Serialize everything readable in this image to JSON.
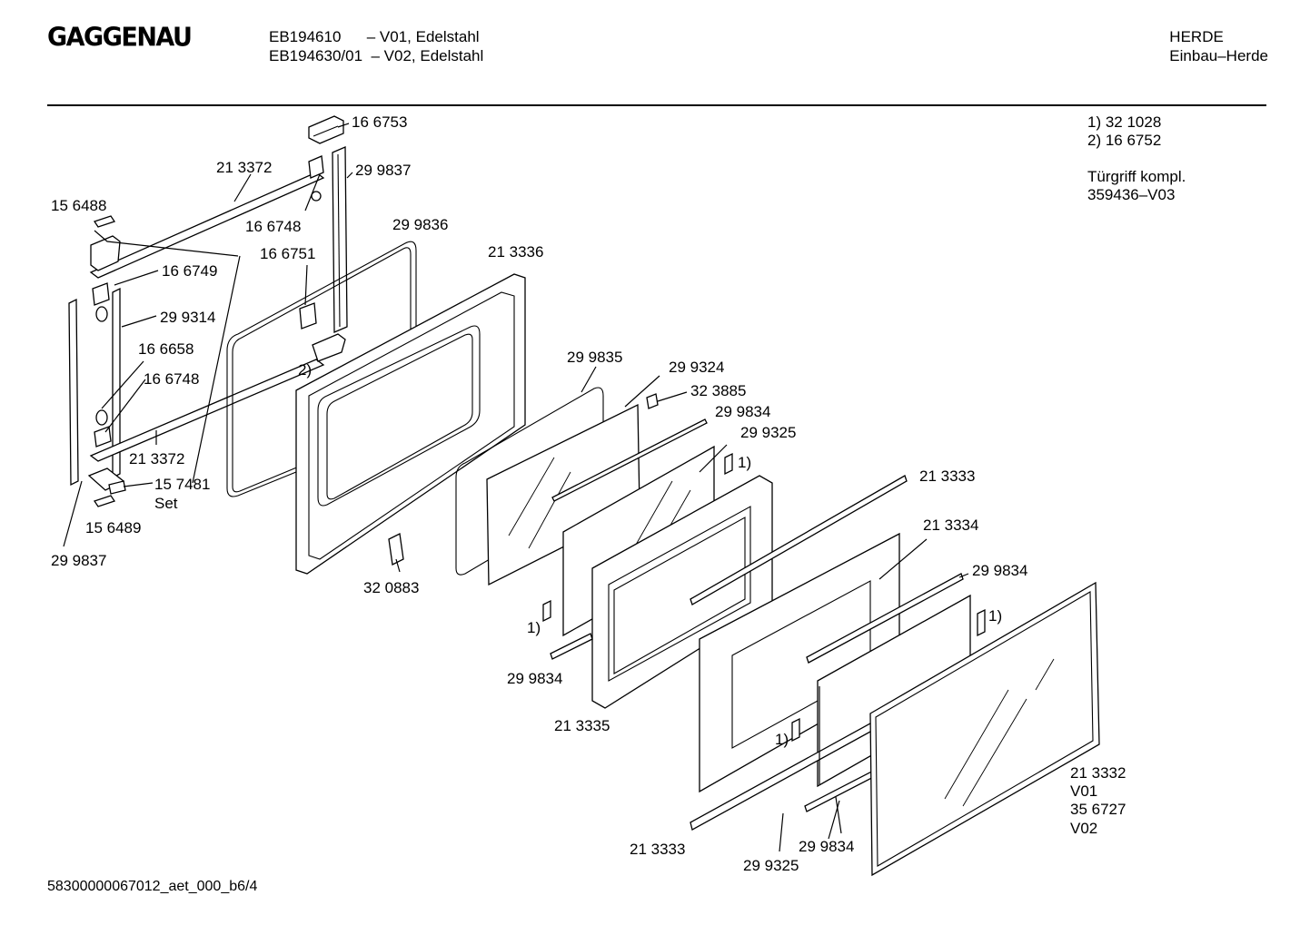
{
  "header": {
    "brand": "GAGGENAU",
    "model_line_1": "EB194610      – V01, Edelstahl",
    "model_line_2": "EB194630/01  – V02, Edelstahl",
    "category": "HERDE",
    "subcategory": "Einbau–Herde"
  },
  "notes": {
    "note_1": "1)  32 1028",
    "note_2": "2)  16 6752",
    "handle_label": "Türgriff kompl.",
    "handle_part": "359436–V03"
  },
  "part_labels": {
    "p166753": "16 6753",
    "p213372_top": "21 3372",
    "p299837_top": "29 9837",
    "p156488": "15 6488",
    "p166748_top": "16 6748",
    "p299836": "29 9836",
    "p166751": "16 6751",
    "p213336": "21 3336",
    "p166749": "16 6749",
    "p299314": "29 9314",
    "p166658": "16 6658",
    "ref2": "2)",
    "p166748_mid": "16 6748",
    "p299835": "29 9835",
    "p299324": "29 9324",
    "p323885": "32 3885",
    "p299834_a": "29 9834",
    "p299325_a": "29 9325",
    "ref1_a": "1)",
    "p213372_bottom": "21 3372",
    "p157481": "15 7481",
    "set": "Set",
    "p156489": "15 6489",
    "p299837_bottom": "29 9837",
    "p320883": "32 0883",
    "p213333_a": "21 3333",
    "p213334": "21 3334",
    "p299834_b": "29 9834",
    "ref1_b": "1)",
    "ref1_c": "1)",
    "p299834_c": "29 9834",
    "p213335": "21 3335",
    "ref1_d": "1)",
    "p213332": "21 3332",
    "v01": "V01",
    "p356727": "35 6727",
    "v02": "V02",
    "p213333_b": "21 3333",
    "p299834_d": "29 9834",
    "p299325_b": "29 9325"
  },
  "footer": {
    "document_id": "58300000067012_aet_000_b6/4"
  }
}
